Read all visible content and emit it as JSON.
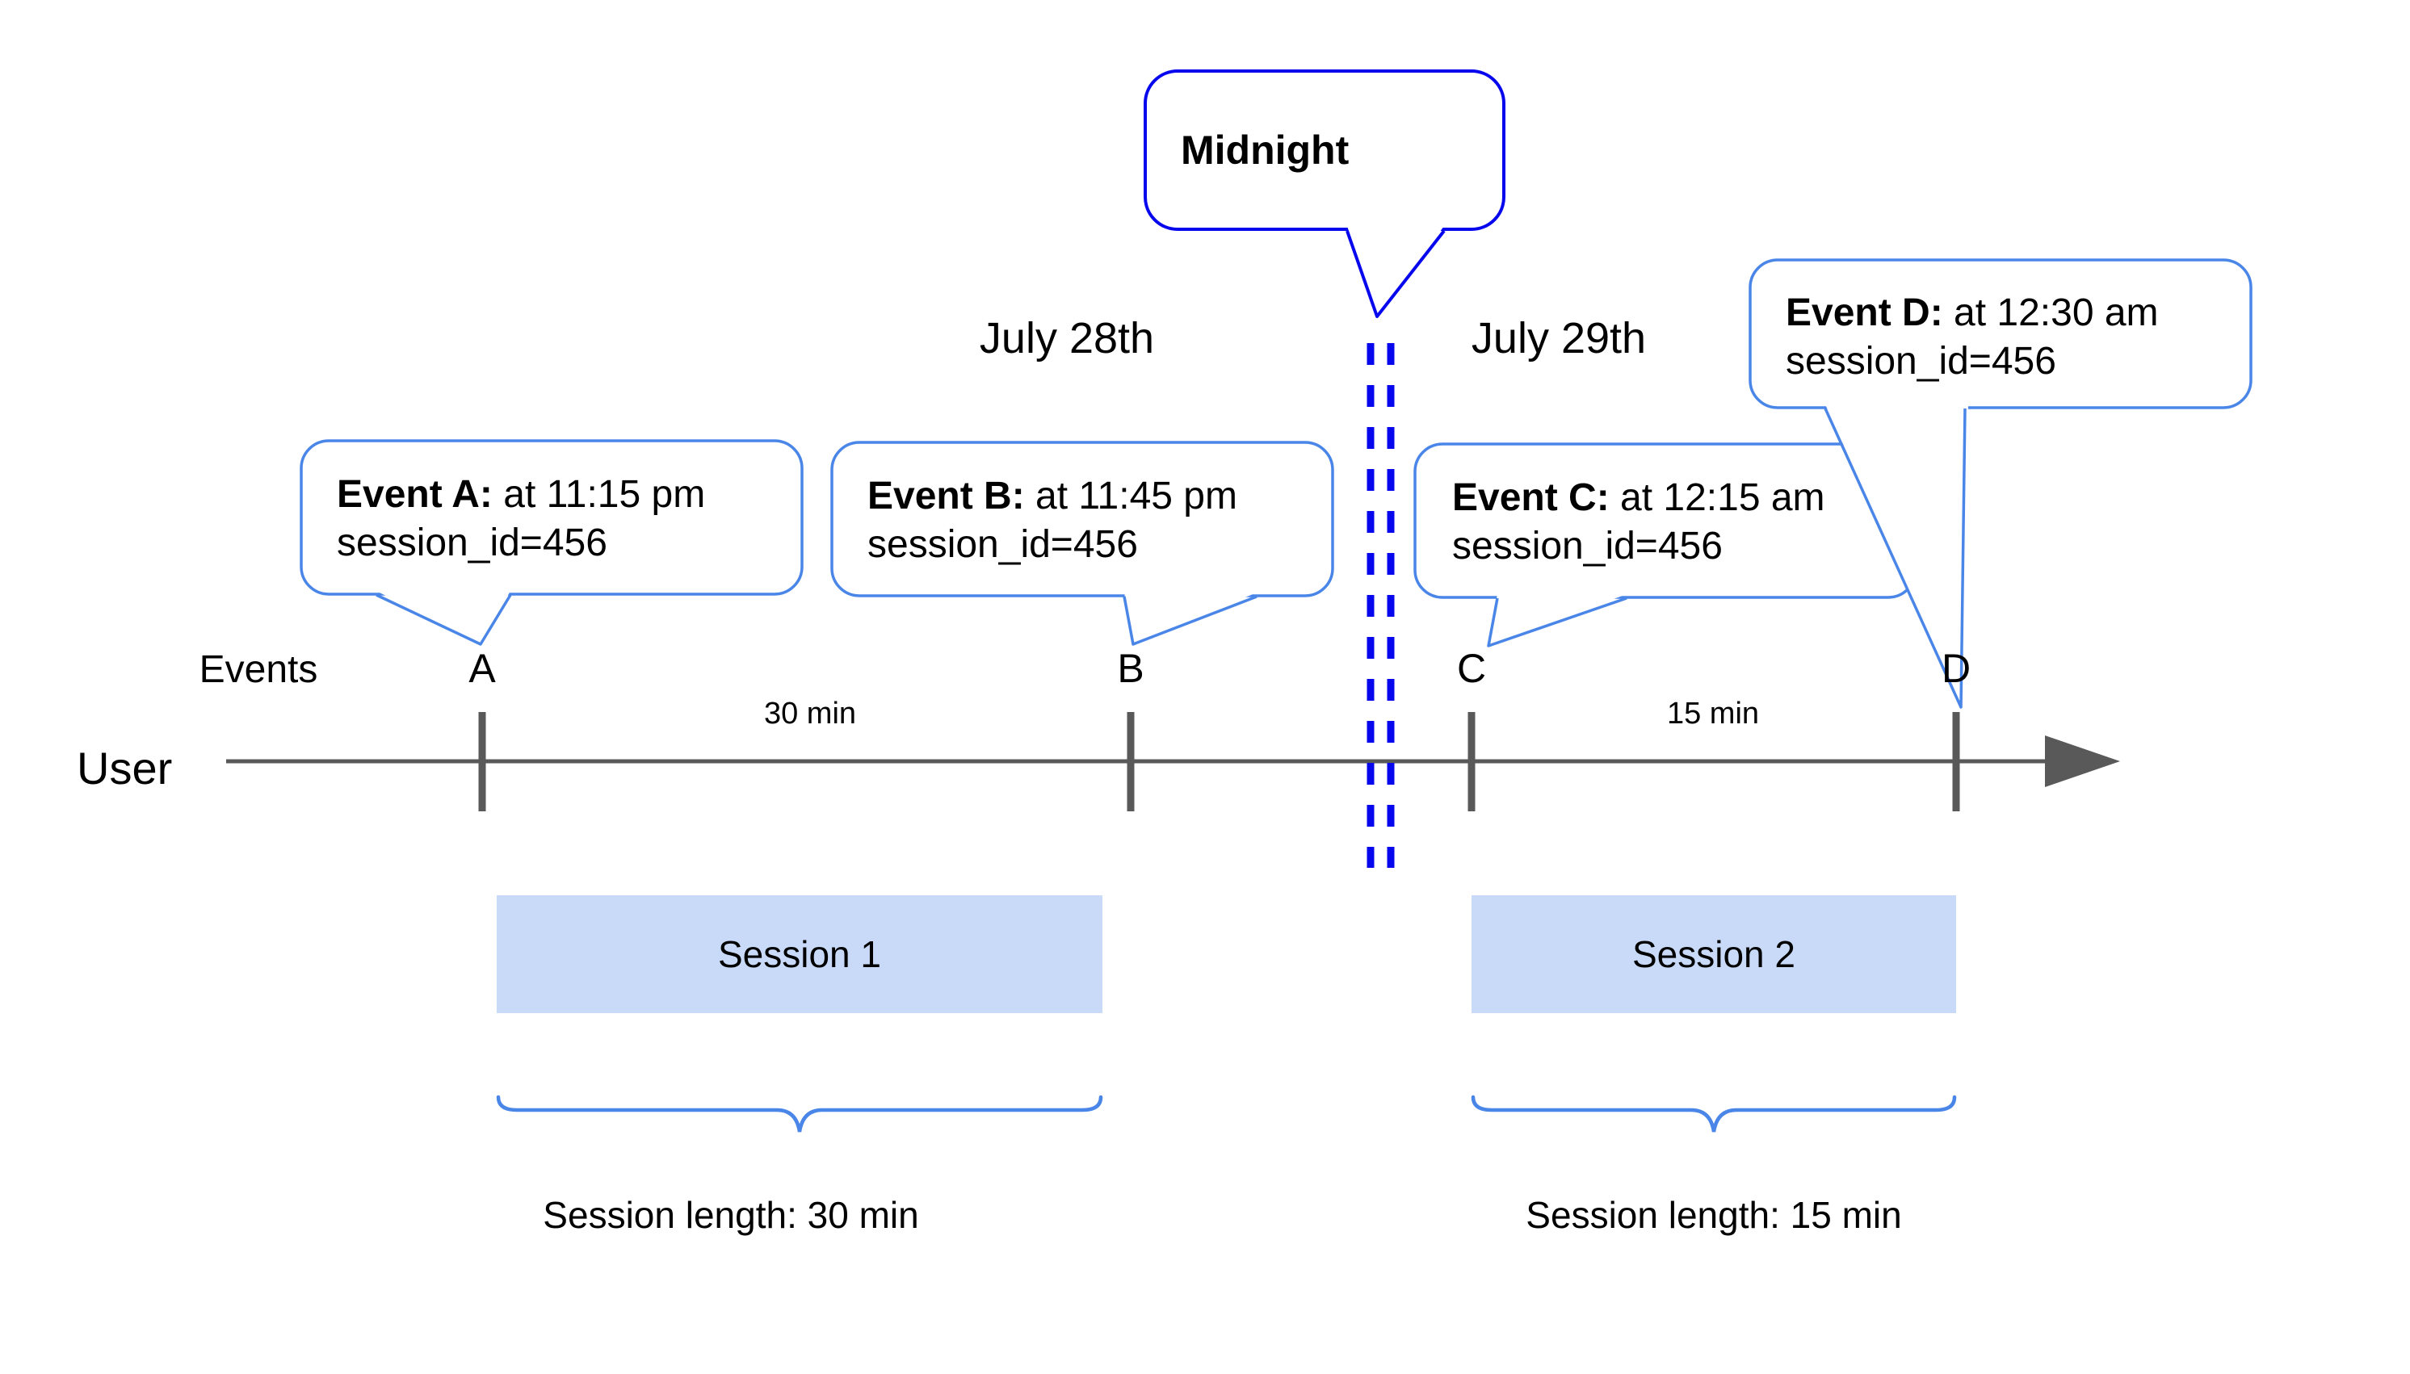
{
  "colors": {
    "event_bubble_border": "#4a86e8",
    "midnight_blue": "#0707ee",
    "session_fill": "#c9daf8",
    "axis_gray": "#595959",
    "text": "#000000"
  },
  "midnight_callout": {
    "label": "Midnight"
  },
  "day_labels": {
    "left": "July 28th",
    "right": "July 29th"
  },
  "event_callouts": [
    {
      "letter": "A",
      "title": "Event A:",
      "time": " at 11:15 pm",
      "session": "session_id=456"
    },
    {
      "letter": "B",
      "title": "Event B:",
      "time": " at 11:45 pm",
      "session": "session_id=456"
    },
    {
      "letter": "C",
      "title": "Event C:",
      "time": " at 12:15 am",
      "session": "session_id=456"
    },
    {
      "letter": "D",
      "title": "Event D:",
      "time": " at 12:30 am",
      "session": "session_id=456"
    }
  ],
  "timeline": {
    "row_label": "Events",
    "axis_label": "User",
    "intervals": [
      "30 min",
      "15 min"
    ]
  },
  "sessions": [
    {
      "name": "Session 1",
      "length_label": "Session length: 30 min"
    },
    {
      "name": "Session 2",
      "length_label": "Session length: 15 min"
    }
  ]
}
